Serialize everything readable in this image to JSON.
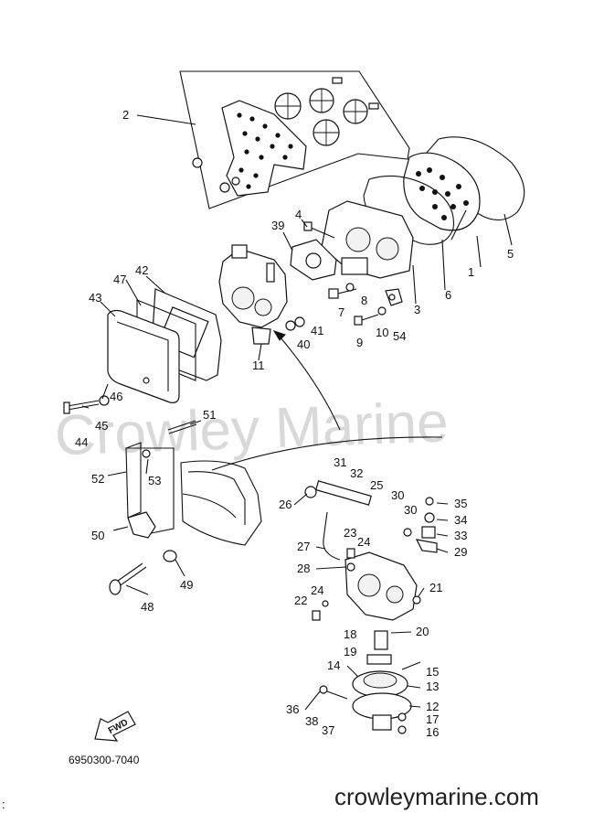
{
  "watermark": "Crowley Marine",
  "site": "crowleymarine.com",
  "diagram_code": "6950300-7040",
  "fwd_label": "FWD",
  "callouts": [
    "1",
    "2",
    "3",
    "4",
    "5",
    "6",
    "7",
    "8",
    "9",
    "10",
    "11",
    "12",
    "13",
    "14",
    "15",
    "16",
    "17",
    "18",
    "19",
    "20",
    "21",
    "22",
    "23",
    "24",
    "24",
    "25",
    "26",
    "27",
    "28",
    "29",
    "30",
    "30",
    "31",
    "32",
    "33",
    "34",
    "35",
    "36",
    "37",
    "38",
    "39",
    "40",
    "41",
    "42",
    "43",
    "44",
    "45",
    "46",
    "47",
    "48",
    "49",
    "50",
    "51",
    "52",
    "53",
    "54"
  ]
}
